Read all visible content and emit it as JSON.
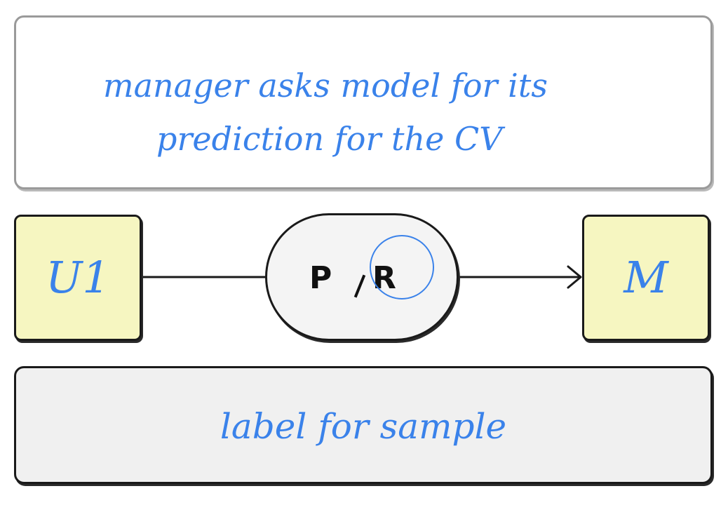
{
  "top_note": {
    "line1": "manager asks model  for its",
    "line2": "prediction for the CV"
  },
  "source_node": {
    "label": "U1"
  },
  "target_node": {
    "label": "M"
  },
  "pill": {
    "left": "P",
    "separator": "/",
    "right": "R"
  },
  "bottom_note": {
    "text": "label for sample"
  },
  "colors": {
    "handwriting": "#3a82ea",
    "node_fill": "#f6f6c1",
    "pill_fill": "#f4f4f4",
    "bottom_fill": "#f0f0f0",
    "stroke": "#1a1a1a"
  }
}
